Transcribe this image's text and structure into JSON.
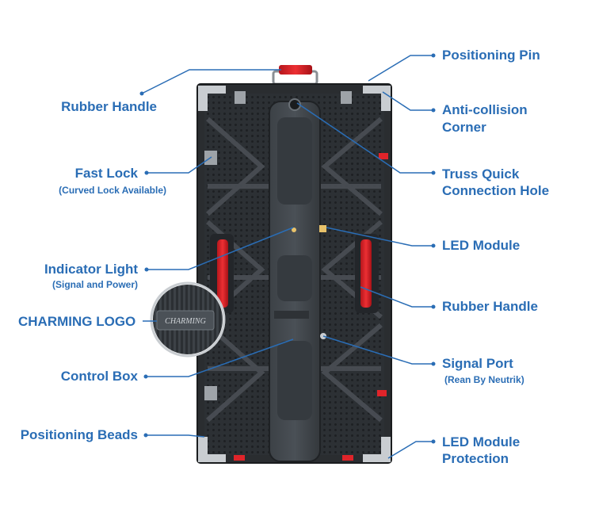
{
  "colors": {
    "accent": "#2a6db5",
    "cabinet_dark": "#2a2d30",
    "cabinet_mid": "#3a3e42",
    "handle_red": "#e0242a"
  },
  "logo_text": "CHARMING",
  "labels": {
    "positioning_pin": "Positioning Pin",
    "anti_collision": [
      "Anti-collision",
      "Corner"
    ],
    "truss_quick": [
      "Truss Quick",
      "Connection Hole"
    ],
    "led_module": "LED Module",
    "rubber_handle_right": "Rubber Handle",
    "signal_port": "Signal Port",
    "signal_port_sub": "(Rean By Neutrik)",
    "led_module_protection": [
      "LED Module",
      "Protection"
    ],
    "rubber_handle_left": "Rubber Handle",
    "fast_lock": "Fast Lock",
    "fast_lock_sub": "(Curved Lock Available)",
    "indicator_light": "Indicator Light",
    "indicator_light_sub": "(Signal and Power)",
    "charming_logo": "CHARMING LOGO",
    "control_box": "Control Box",
    "positioning_beads": "Positioning Beads"
  }
}
